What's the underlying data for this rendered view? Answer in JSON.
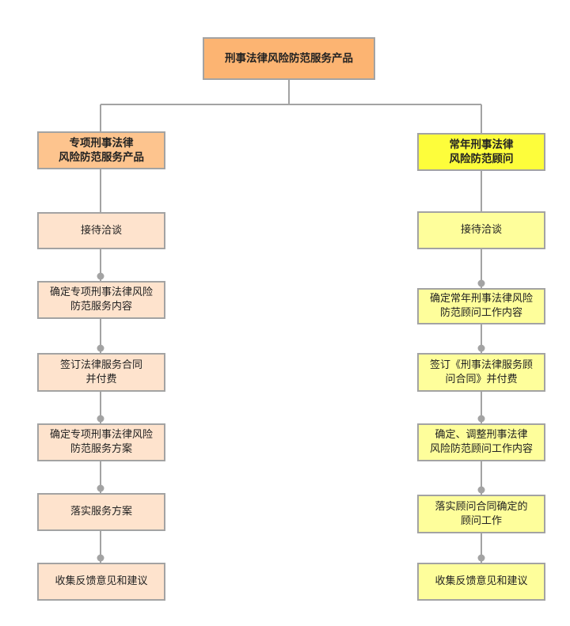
{
  "diagram": {
    "root": "刑事法律风险防范服务产品",
    "left": {
      "title": "专项刑事法律\n风险防范服务产品",
      "steps": [
        "接待洽谈",
        "确定专项刑事法律风险\n防范服务内容",
        "签订法律服务合同\n并付费",
        "确定专项刑事法律风险\n防范服务方案",
        "落实服务方案",
        "收集反馈意见和建议"
      ]
    },
    "right": {
      "title": "常年刑事法律\n风险防范顾问",
      "steps": [
        "接待洽谈",
        "确定常年刑事法律风险\n防范顾问工作内容",
        "签订《刑事法律服务顾\n问合同》并付费",
        "确定、调整刑事法律\n风险防范顾问工作内容",
        "落实顾问合同确定的\n顾问工作",
        "收集反馈意见和建议"
      ]
    }
  },
  "colors": {
    "root": "#fcb472",
    "left_title": "#fdc48e",
    "left_steps": "#fee3cd",
    "right_title": "#fdfd3b",
    "right_steps": "#fefe9b",
    "connector": "#a3a3a3"
  }
}
